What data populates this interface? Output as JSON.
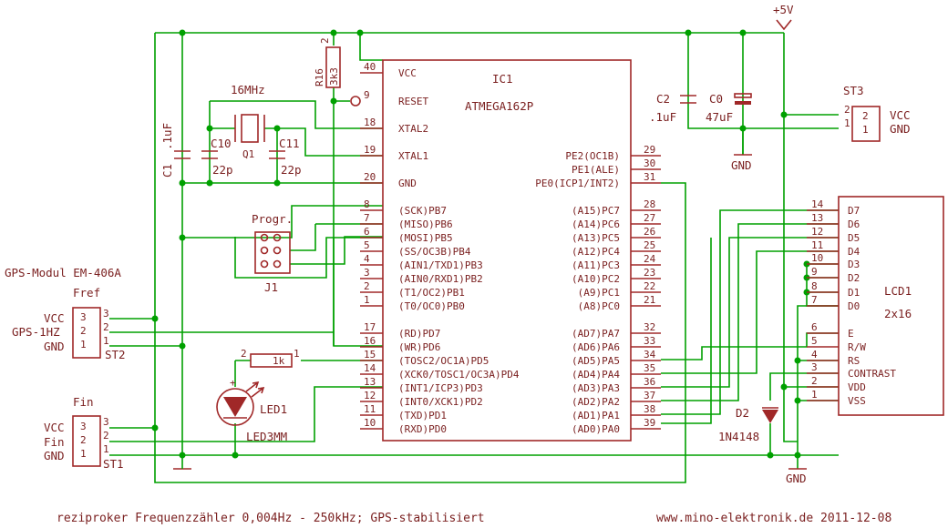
{
  "colors": {
    "wire": "#00a000",
    "symbol": "#a02828",
    "text": "#7a1f1f"
  },
  "supply": {
    "vcc": "+5V",
    "gnd": "GND"
  },
  "ic1": {
    "name": "IC1",
    "part": "ATMEGA162P",
    "left_pins": [
      {
        "num": "40",
        "label": "VCC"
      },
      {
        "num": "9",
        "label": "RESET"
      },
      {
        "num": "18",
        "label": "XTAL2"
      },
      {
        "num": "19",
        "label": "XTAL1"
      },
      {
        "num": "20",
        "label": "GND"
      },
      {
        "num": "8",
        "label": "(SCK)PB7"
      },
      {
        "num": "7",
        "label": "(MISO)PB6"
      },
      {
        "num": "6",
        "label": "(MOSI)PB5"
      },
      {
        "num": "5",
        "label": "(SS/OC3B)PB4"
      },
      {
        "num": "4",
        "label": "(AIN1/TXD1)PB3"
      },
      {
        "num": "3",
        "label": "(AIN0/RXD1)PB2"
      },
      {
        "num": "2",
        "label": "(T1/OC2)PB1"
      },
      {
        "num": "1",
        "label": "(T0/OC0)PB0"
      },
      {
        "num": "17",
        "label": "(RD)PD7"
      },
      {
        "num": "16",
        "label": "(WR)PD6"
      },
      {
        "num": "15",
        "label": "(TOSC2/OC1A)PD5"
      },
      {
        "num": "14",
        "label": "(XCK0/TOSC1/OC3A)PD4"
      },
      {
        "num": "13",
        "label": "(INT1/ICP3)PD3"
      },
      {
        "num": "12",
        "label": "(INT0/XCK1)PD2"
      },
      {
        "num": "11",
        "label": "(TXD)PD1"
      },
      {
        "num": "10",
        "label": "(RXD)PD0"
      }
    ],
    "right_pins": [
      {
        "num": "29",
        "label": "PE2(OC1B)"
      },
      {
        "num": "30",
        "label": "PE1(ALE)"
      },
      {
        "num": "31",
        "label": "PE0(ICP1/INT2)"
      },
      {
        "num": "28",
        "label": "(A15)PC7"
      },
      {
        "num": "27",
        "label": "(A14)PC6"
      },
      {
        "num": "26",
        "label": "(A13)PC5"
      },
      {
        "num": "25",
        "label": "(A12)PC4"
      },
      {
        "num": "24",
        "label": "(A11)PC3"
      },
      {
        "num": "23",
        "label": "(A10)PC2"
      },
      {
        "num": "22",
        "label": "(A9)PC1"
      },
      {
        "num": "21",
        "label": "(A8)PC0"
      },
      {
        "num": "32",
        "label": "(AD7)PA7"
      },
      {
        "num": "33",
        "label": "(AD6)PA6"
      },
      {
        "num": "34",
        "label": "(AD5)PA5"
      },
      {
        "num": "35",
        "label": "(AD4)PA4"
      },
      {
        "num": "36",
        "label": "(AD3)PA3"
      },
      {
        "num": "37",
        "label": "(AD2)PA2"
      },
      {
        "num": "38",
        "label": "(AD1)PA1"
      },
      {
        "num": "39",
        "label": "(AD0)PA0"
      }
    ]
  },
  "lcd": {
    "name": "LCD1",
    "type": "2x16",
    "pins": [
      {
        "num": "14",
        "label": "D7"
      },
      {
        "num": "13",
        "label": "D6"
      },
      {
        "num": "12",
        "label": "D5"
      },
      {
        "num": "11",
        "label": "D4"
      },
      {
        "num": "10",
        "label": "D3"
      },
      {
        "num": "9",
        "label": "D2"
      },
      {
        "num": "8",
        "label": "D1"
      },
      {
        "num": "7",
        "label": "D0"
      },
      {
        "num": "6",
        "label": "E"
      },
      {
        "num": "5",
        "label": "R/W"
      },
      {
        "num": "4",
        "label": "RS"
      },
      {
        "num": "3",
        "label": "CONTRAST"
      },
      {
        "num": "2",
        "label": "VDD"
      },
      {
        "num": "1",
        "label": "VSS"
      }
    ]
  },
  "components": {
    "r16": {
      "name": "R16",
      "value": "3k3",
      "pin2": "2"
    },
    "q1": {
      "name": "Q1",
      "freq": "16MHz"
    },
    "c10": {
      "name": "C10",
      "value": "22p"
    },
    "c11": {
      "name": "C11",
      "value": "22p"
    },
    "c1": {
      "name": "C1",
      "value": ".1uF"
    },
    "c2": {
      "name": "C2",
      "value": ".1uF"
    },
    "c0": {
      "name": "C0",
      "value": "47uF"
    },
    "d2": {
      "name": "D2",
      "value": "1N4148"
    },
    "led1": {
      "name": "LED1",
      "value": "LED3MM"
    },
    "r_led": {
      "value": "1k",
      "pin2": "2",
      "pin1": "1"
    },
    "j1": {
      "name": "J1",
      "label": "Progr."
    },
    "st3": {
      "name": "ST3",
      "pin2": "2",
      "pin1": "1",
      "vcc": "VCC",
      "gnd": "GND"
    }
  },
  "gps_module": {
    "title": "GPS-Modul EM-406A"
  },
  "st2": {
    "title": "Fref",
    "name": "ST2",
    "pins": [
      "3",
      "2",
      "1"
    ],
    "labels": [
      "VCC",
      "GPS-1HZ",
      "GND"
    ]
  },
  "st1": {
    "title": "Fin",
    "name": "ST1",
    "pins": [
      "3",
      "2",
      "1"
    ],
    "labels": [
      "VCC",
      "Fin",
      "GND"
    ]
  },
  "footer": {
    "title": "reziproker Frequenzzähler 0,004Hz - 250kHz; GPS-stabilisiert",
    "credit": "www.mino-elektronik.de 2011-12-08"
  }
}
